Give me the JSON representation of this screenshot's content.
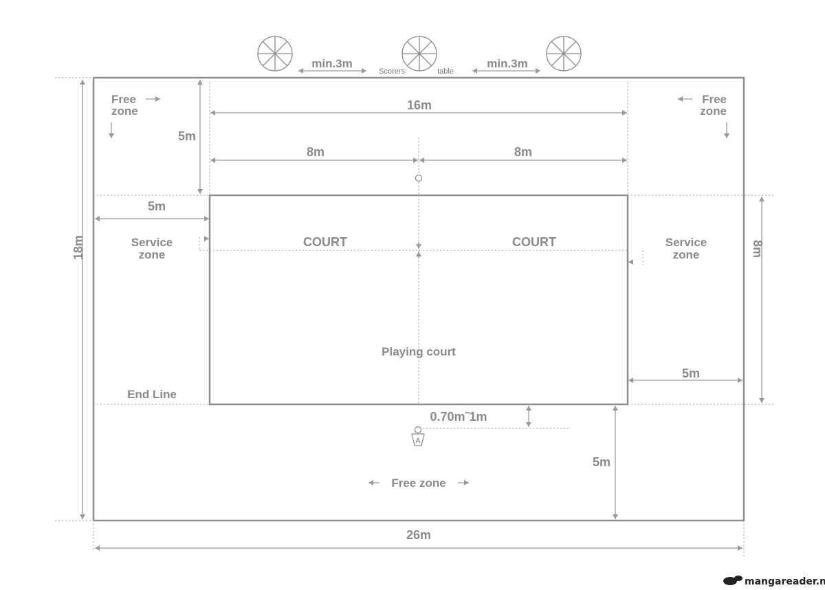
{
  "labels": {
    "min_3m_left": "min.3m",
    "scorers": "Scorers",
    "table": "table",
    "min_3m_right": "min.3m",
    "free_left_1": "Free",
    "free_left_2": "zone",
    "free_right_1": "Free",
    "free_right_2": "zone",
    "dim_16m": "16m",
    "dim_5m_top": "5m",
    "dim_8m_left": "8m",
    "dim_8m_right": "8m",
    "dim_5m_service": "5m",
    "dim_18m": "18m",
    "dim_8m_vertical": "8m",
    "service_left_1": "Service",
    "service_left_2": "zone",
    "court_left": "COURT",
    "court_right": "COURT",
    "service_right_1": "Service",
    "service_right_2": "zone",
    "playing_court": "Playing  court",
    "dim_5m_right": "5m",
    "end_line": "End Line",
    "referee_offset": "0.70m˜1m",
    "referee_letter": "A",
    "dim_5m_bottom": "5m",
    "free_zone_bottom": "Free zone",
    "dim_26m": "26m",
    "watermark": "mangareader.net"
  },
  "colors": {
    "line": "#8e8e8e",
    "text": "#8a8a8a",
    "background": "#ffffff",
    "watermark": "#222222"
  }
}
